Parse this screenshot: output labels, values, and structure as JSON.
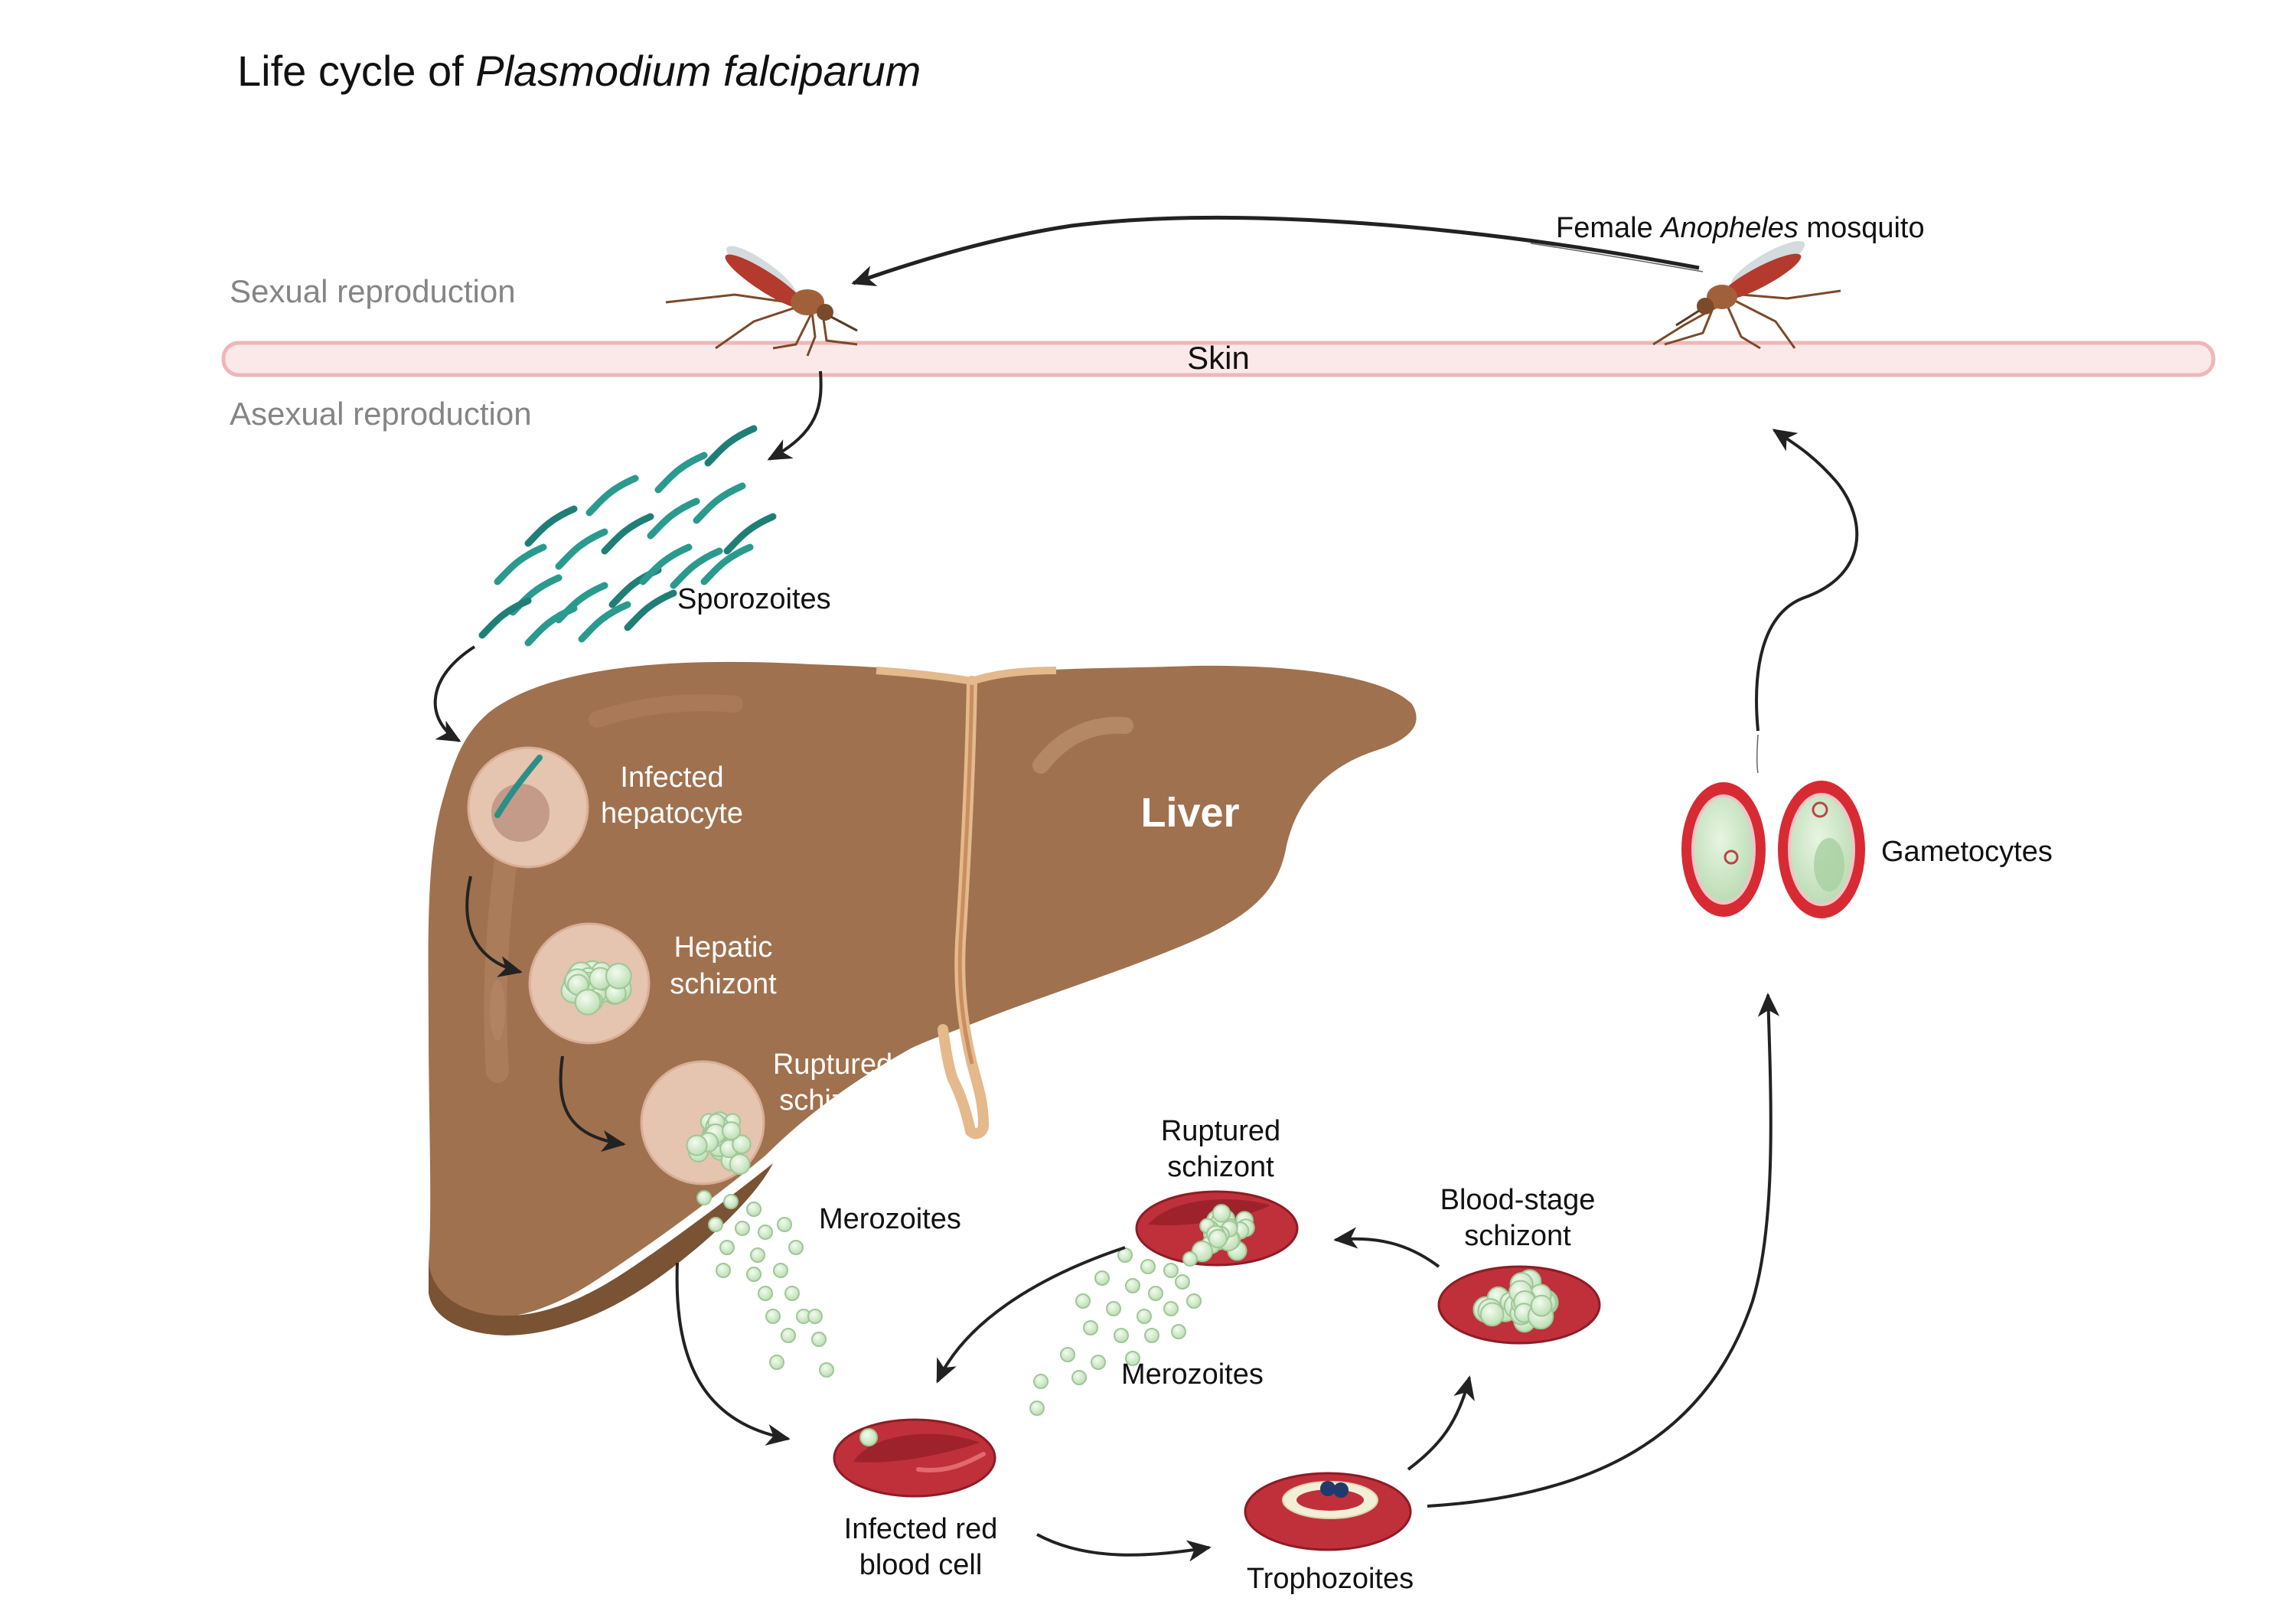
{
  "title": {
    "prefix": "Life cycle of ",
    "species": "Plasmodium falciparum"
  },
  "zones": {
    "sexual": "Sexual reproduction",
    "asexual": "Asexual reproduction",
    "skin": "Skin"
  },
  "mosquito_label": {
    "prefix": "Female ",
    "genus": "Anopheles",
    "suffix": " mosquito"
  },
  "labels": {
    "sporozoites": "Sporozoites",
    "liver": "Liver",
    "infected_hepatocyte_1": "Infected",
    "infected_hepatocyte_2": "hepatocyte",
    "hepatic_schizont_1": "Hepatic",
    "hepatic_schizont_2": "schizont",
    "ruptured_liver_1": "Ruptured",
    "ruptured_liver_2": "schizont",
    "merozoites_liver": "Merozoites",
    "ruptured_blood_1": "Ruptured",
    "ruptured_blood_2": "schizont",
    "blood_schizont_1": "Blood-stage",
    "blood_schizont_2": "schizont",
    "merozoites_blood": "Merozoites",
    "infected_rbc_1": "Infected red",
    "infected_rbc_2": "blood cell",
    "trophozoites": "Trophozoites",
    "gametocytes": "Gametocytes"
  },
  "colors": {
    "liver": "#a0714e",
    "liver_dark": "#7a5234",
    "skin_fill": "#fbe9e9",
    "skin_stroke": "#efb7b7",
    "rbc": "#c0303a",
    "rbc_dark": "#8e1c25",
    "parasite": "#2a8f86",
    "merozoite": "#cfe8c8",
    "gametocyte_ring": "#d82a33",
    "zone_text": "#858585"
  }
}
